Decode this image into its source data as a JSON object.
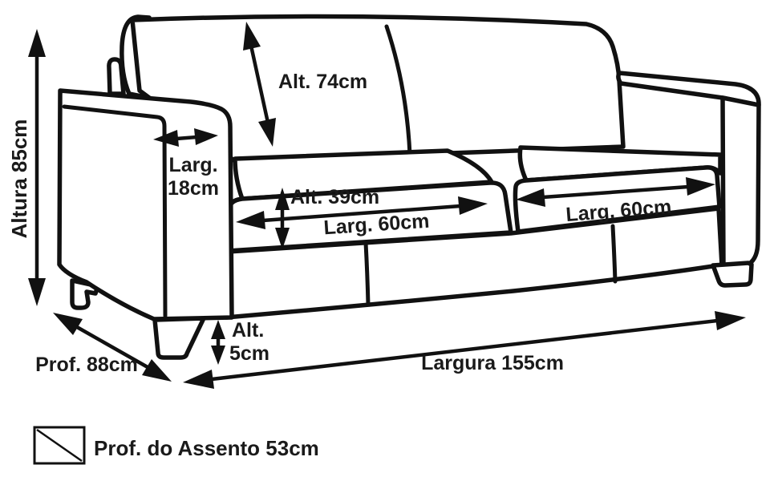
{
  "diagram": {
    "type": "sofa-dimension-diagram",
    "labels": {
      "height_total": "Altura 85cm",
      "back_height": "Alt. 74cm",
      "arm_width_line1": "Larg.",
      "arm_width_line2": "18cm",
      "cushion_height": "Alt. 39cm",
      "cushion_width_left": "Larg. 60cm",
      "cushion_width_right": "Larg. 60cm",
      "foot_height_line1": "Alt.",
      "foot_height_line2": "5cm",
      "depth": "Prof. 88cm",
      "width_total": "Largura 155cm",
      "legend_seat_depth": "Prof. do Assento 53cm"
    },
    "dimensions_cm": {
      "altura_total": 85,
      "altura_encosto": 74,
      "largura_braco": 18,
      "altura_assento": 39,
      "largura_assento_modulo": 60,
      "altura_pe": 5,
      "profundidade": 88,
      "largura_total": 155,
      "profundidade_assento": 53
    },
    "colors": {
      "line": "#111111",
      "text": "#1a1a1a",
      "background": "#ffffff"
    }
  }
}
